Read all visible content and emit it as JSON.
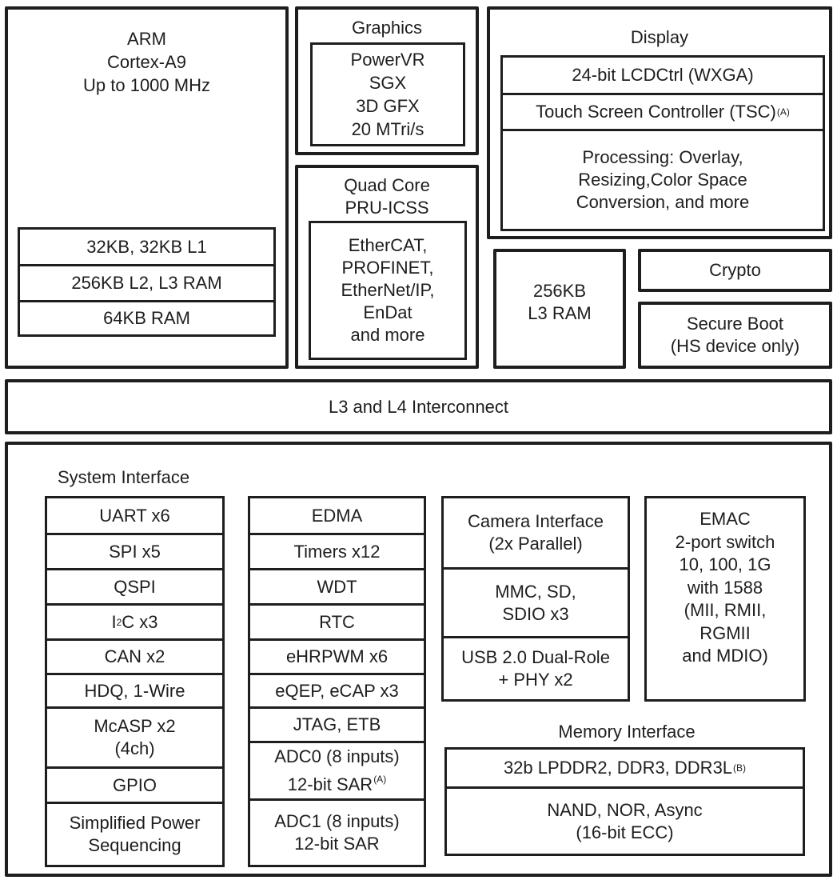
{
  "arm": {
    "title": "ARM\nCortex-A9\nUp to 1000 MHz",
    "memory": [
      "32KB, 32KB L1",
      "256KB L2, L3 RAM",
      "64KB RAM"
    ]
  },
  "graphics": {
    "title": "Graphics",
    "core": "PowerVR\nSGX\n3D GFX\n20 MTri/s"
  },
  "pru": {
    "title": "Quad Core\nPRU-ICSS",
    "protocols": "EtherCAT,\nPROFINET,\nEtherNet/IP,\nEnDat\nand more"
  },
  "display": {
    "title": "Display",
    "lcd": "24-bit LCDCtrl (WXGA)",
    "tsc": "Touch Screen Controller (TSC)",
    "tsc_note": "(A)",
    "processing": "Processing: Overlay,\nResizing,Color Space\nConversion, and more"
  },
  "l3_ram": "256KB\nL3 RAM",
  "crypto": "Crypto",
  "secure_boot": "Secure Boot\n(HS device only)",
  "interconnect": "L3 and L4 Interconnect",
  "system_interface": {
    "label": "System Interface",
    "col1": {
      "uart": "UART x6",
      "spi": "SPI x5",
      "qspi": "QSPI",
      "i2c_pre": "I",
      "i2c_sup": "2",
      "i2c_post": "C x3",
      "can": "CAN x2",
      "hdq": "HDQ, 1-Wire",
      "mcasp": "McASP x2\n(4ch)",
      "gpio": "GPIO",
      "power": "Simplified Power\nSequencing"
    },
    "col2": {
      "edma": "EDMA",
      "timers": "Timers x12",
      "wdt": "WDT",
      "rtc": "RTC",
      "ehrpwm": "eHRPWM x6",
      "eqep": "eQEP, eCAP x3",
      "jtag": "JTAG, ETB",
      "adc0_line1": "ADC0 (8 inputs)",
      "adc0_line2": "12-bit SAR",
      "adc0_note": "(A)",
      "adc1": "ADC1 (8 inputs)\n12-bit SAR"
    },
    "col3": [
      "Camera Interface\n(2x Parallel)",
      "MMC, SD,\nSDIO x3",
      "USB 2.0 Dual-Role\n+ PHY x2"
    ],
    "emac": "EMAC\n2-port switch\n10, 100, 1G\nwith 1588\n(MII, RMII,\nRGMII\nand MDIO)"
  },
  "memory_interface": {
    "label": "Memory Interface",
    "ddr": "32b LPDDR2, DDR3, DDR3L",
    "ddr_note": "(B)",
    "nand": "NAND, NOR, Async\n(16-bit ECC)"
  }
}
